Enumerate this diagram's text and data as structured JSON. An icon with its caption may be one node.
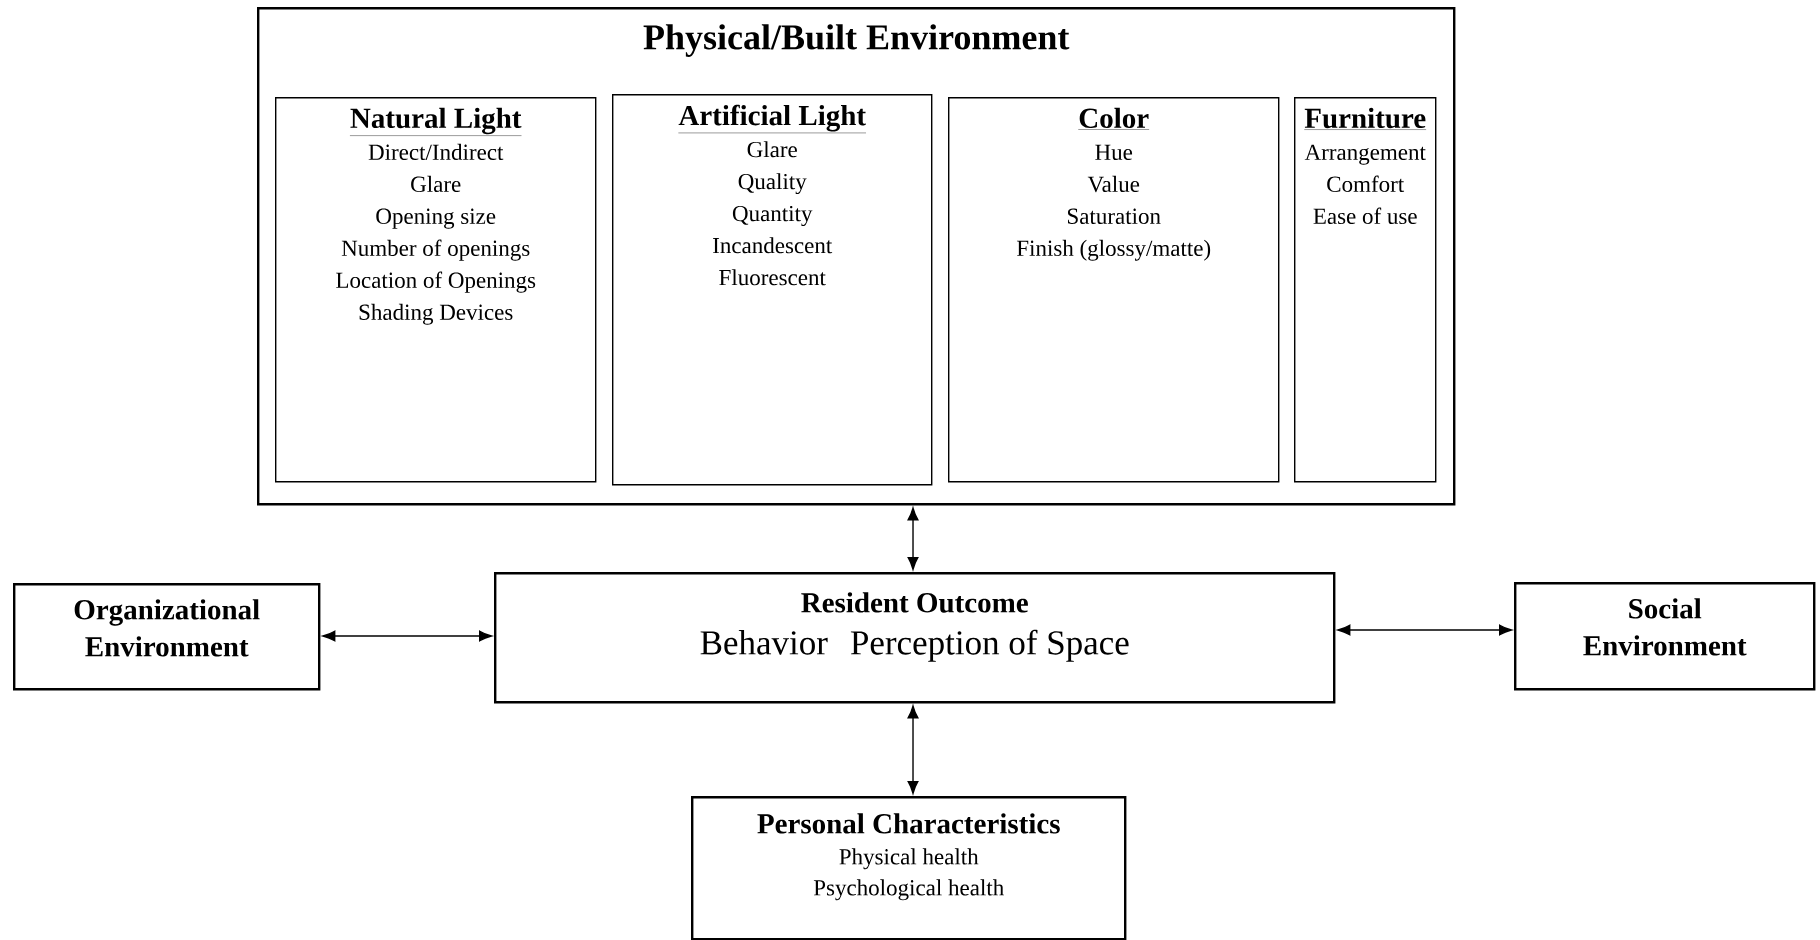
{
  "diagram": {
    "nodes": [
      {
        "text": [
          "Physical/Built Environment"
        ]
      },
      {
        "text": [
          "Natural Light",
          "Direct/Indirect",
          "Glare",
          "Opening size",
          "Number of openings",
          "Location of Openings",
          "Shading Devices"
        ],
        "in": 0
      },
      {
        "text": [
          "Artificial Light",
          "Glare",
          "Quality",
          "Quantity",
          "Incandescent",
          "Fluorescent"
        ],
        "in": 0
      },
      {
        "text": [
          "Color",
          "Hue",
          "Value",
          "Saturation",
          "Finish (glossy/matte)"
        ],
        "in": 0
      },
      {
        "text": [
          "Furniture",
          "Arrangement",
          "Comfort",
          "Ease of use"
        ],
        "in": 0
      },
      {
        "text": [
          "Organizational Environment"
        ]
      },
      {
        "text": [
          "Resident Outcome",
          "Behavior",
          "Perception of Space"
        ]
      },
      {
        "text": [
          "Social Environment"
        ]
      },
      {
        "text": [
          "Personal Characteristics",
          "Physical health",
          "Psychological health"
        ]
      }
    ],
    "edges": [
      {
        "from": 0,
        "to": 6,
        "arrow": "both"
      },
      {
        "from": 5,
        "to": 6,
        "arrow": "both"
      },
      {
        "from": 6,
        "to": 7,
        "arrow": "both"
      },
      {
        "from": 6,
        "to": 8,
        "arrow": "both"
      }
    ]
  }
}
